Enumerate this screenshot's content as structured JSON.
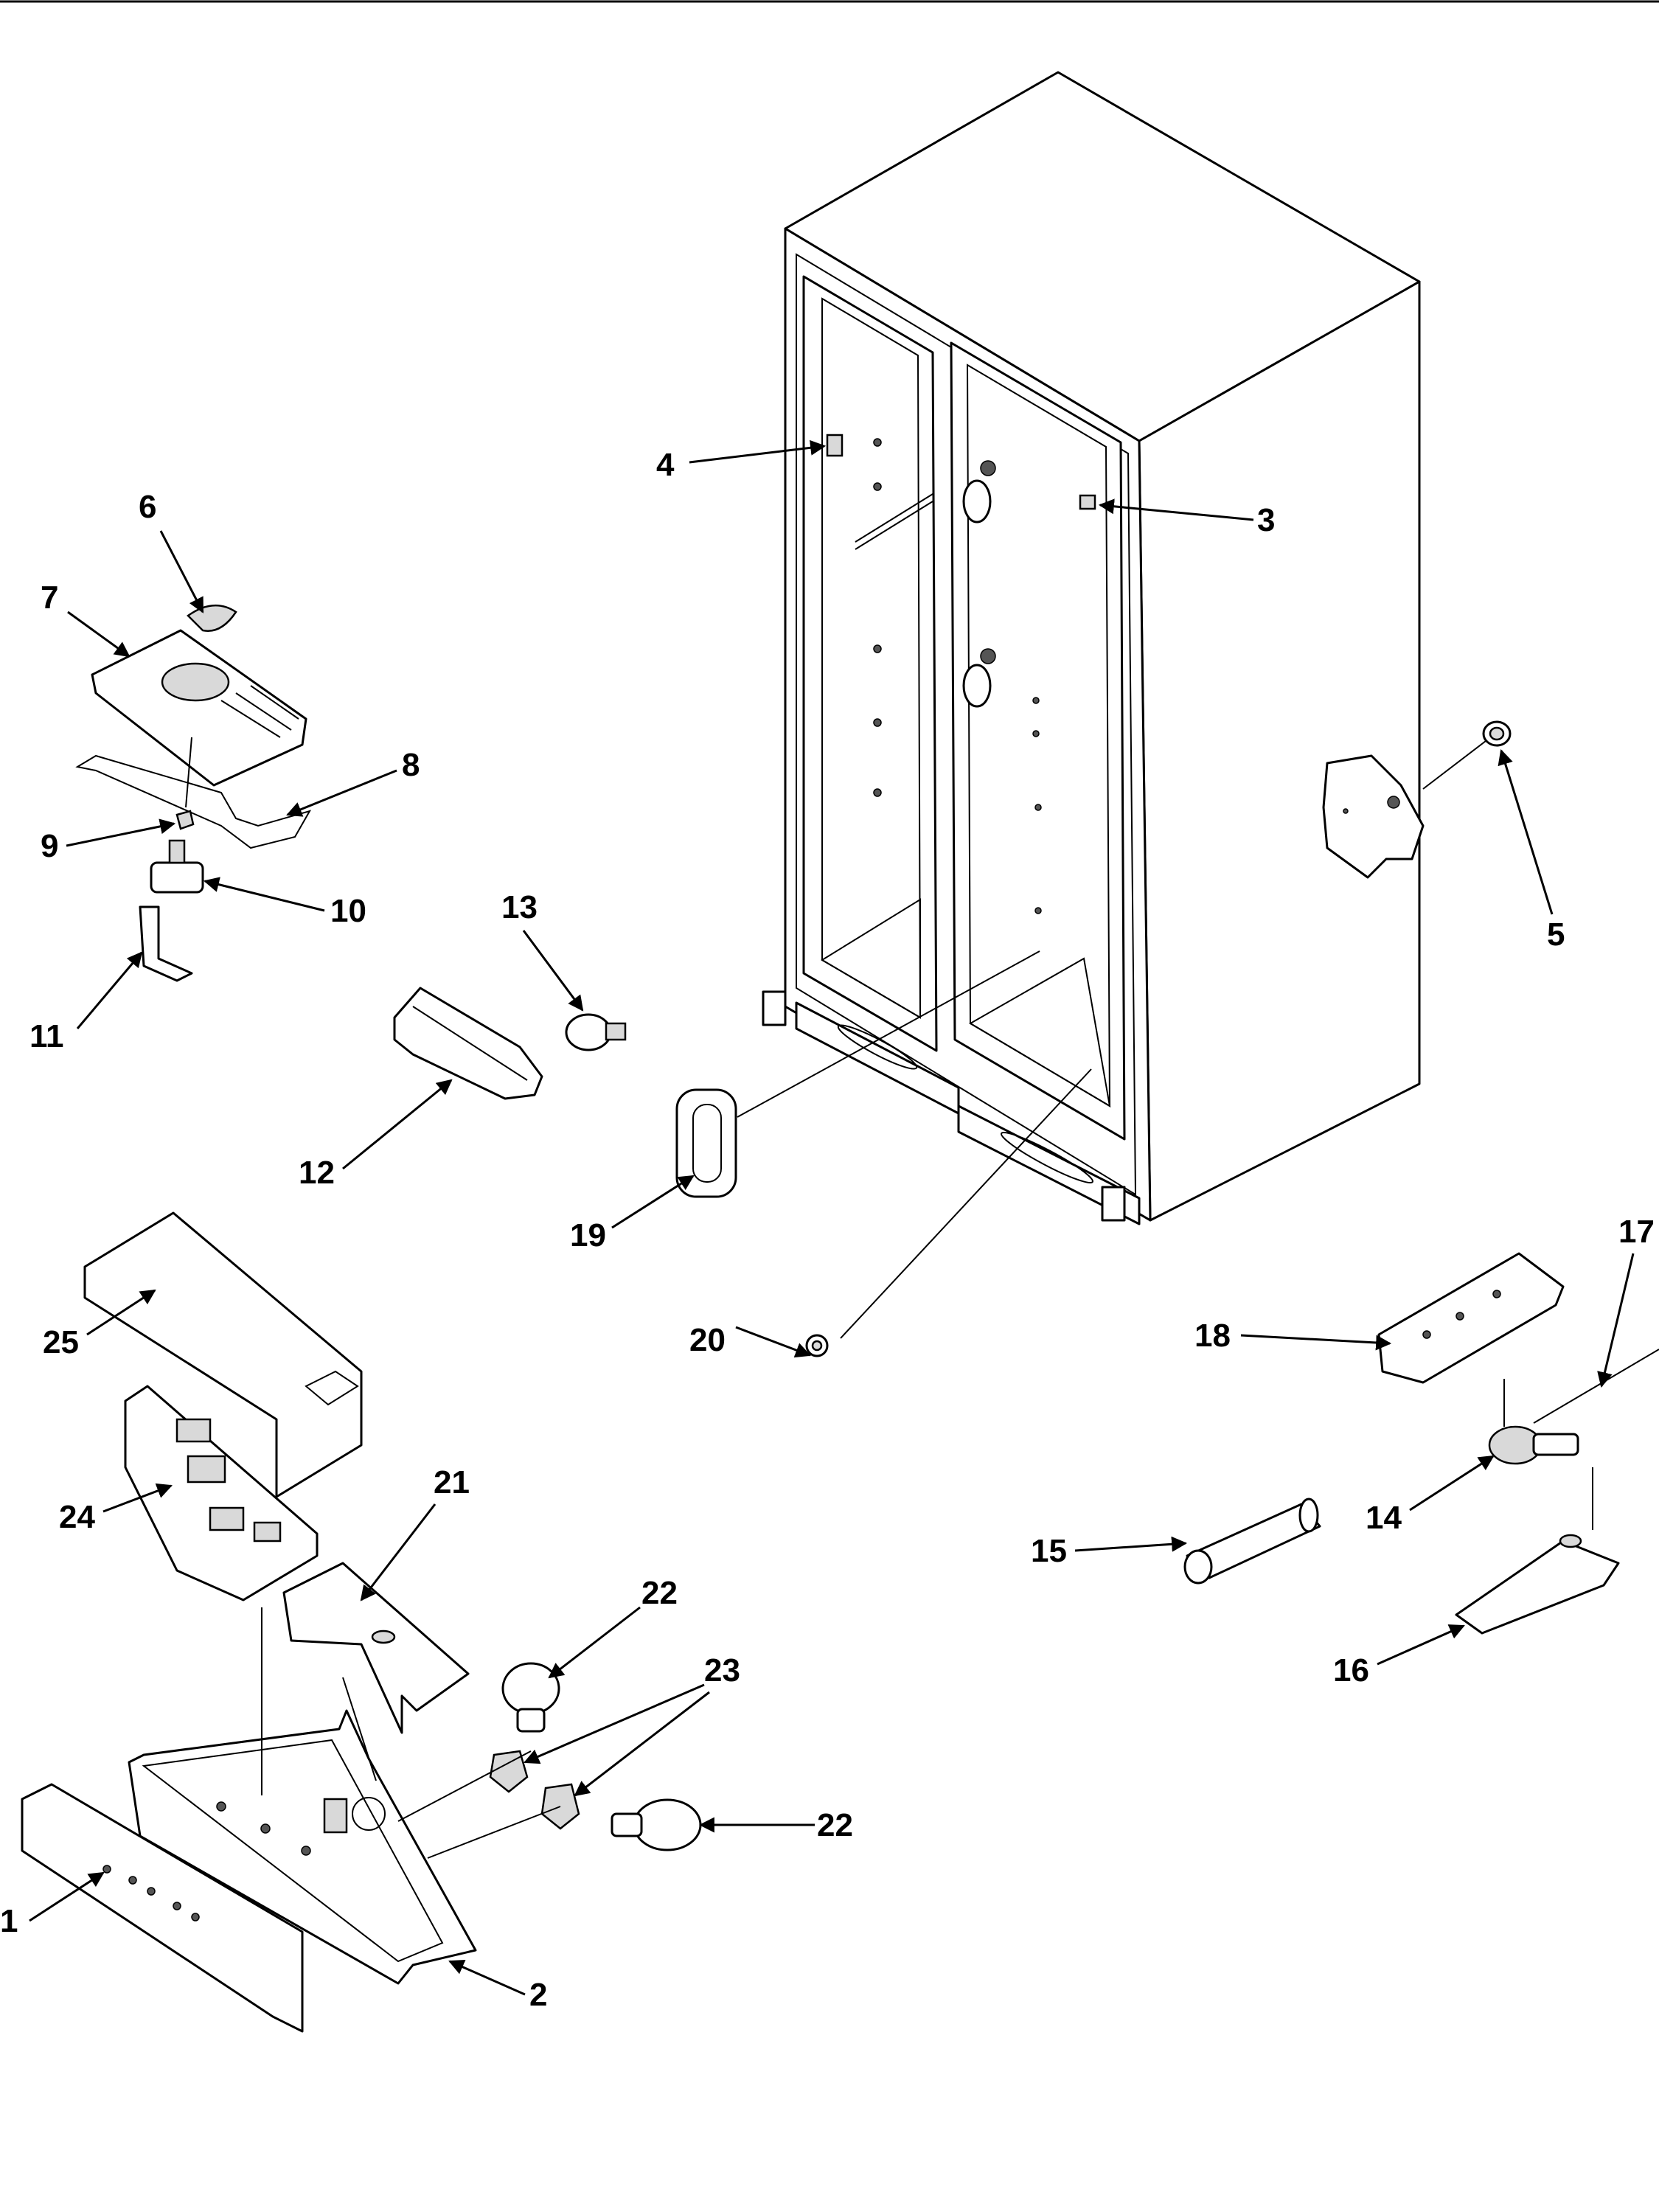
{
  "diagram": {
    "callouts": [
      {
        "id": "c1",
        "label": "1"
      },
      {
        "id": "c2",
        "label": "2"
      },
      {
        "id": "c3",
        "label": "3"
      },
      {
        "id": "c4",
        "label": "4"
      },
      {
        "id": "c5",
        "label": "5"
      },
      {
        "id": "c6",
        "label": "6"
      },
      {
        "id": "c7",
        "label": "7"
      },
      {
        "id": "c8",
        "label": "8"
      },
      {
        "id": "c9",
        "label": "9"
      },
      {
        "id": "c10",
        "label": "10"
      },
      {
        "id": "c11",
        "label": "11"
      },
      {
        "id": "c12",
        "label": "12"
      },
      {
        "id": "c13",
        "label": "13"
      },
      {
        "id": "c14",
        "label": "14"
      },
      {
        "id": "c15",
        "label": "15"
      },
      {
        "id": "c16",
        "label": "16"
      },
      {
        "id": "c17",
        "label": "17"
      },
      {
        "id": "c18",
        "label": "18"
      },
      {
        "id": "c19",
        "label": "19"
      },
      {
        "id": "c20",
        "label": "20"
      },
      {
        "id": "c21",
        "label": "21"
      },
      {
        "id": "c22a",
        "label": "22"
      },
      {
        "id": "c22b",
        "label": "22"
      },
      {
        "id": "c23",
        "label": "23"
      },
      {
        "id": "c24",
        "label": "24"
      },
      {
        "id": "c25",
        "label": "25"
      }
    ],
    "colors": {
      "line": "#000000",
      "background": "#ffffff",
      "shade": "#d9d9d9"
    }
  }
}
